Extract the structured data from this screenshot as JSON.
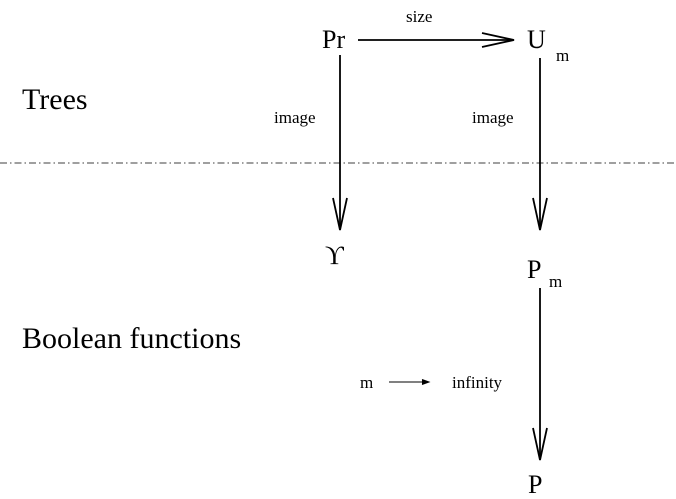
{
  "regions": {
    "top": "Trees",
    "bottom": "Boolean functions"
  },
  "nodes": {
    "pr": "Pr",
    "u": {
      "base": "U",
      "sub": "m"
    },
    "pi": "ϒ",
    "pm": {
      "base": "P",
      "sub": "m"
    },
    "p": "P"
  },
  "edges": {
    "size": "size",
    "image_left": "image",
    "image_right": "image",
    "limit": {
      "var": "m",
      "target": "infinity"
    }
  }
}
